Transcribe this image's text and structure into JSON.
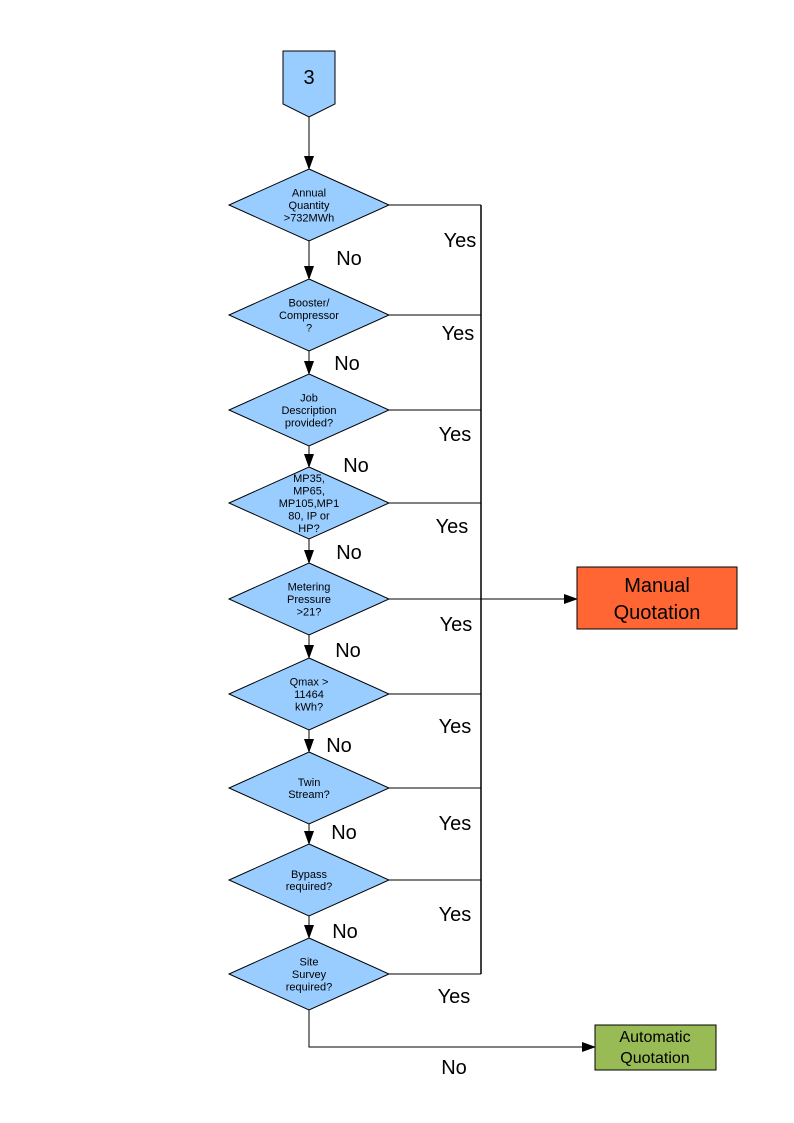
{
  "connector": {
    "label": "3"
  },
  "decisions": [
    {
      "lines": [
        "Annual",
        "Quantity",
        ">732MWh"
      ]
    },
    {
      "lines": [
        "Booster/",
        "Compressor",
        "?"
      ]
    },
    {
      "lines": [
        "Job",
        "Description",
        "provided?"
      ]
    },
    {
      "lines": [
        "MP35,",
        "MP65,",
        "MP105,MP1",
        "80, IP or",
        "HP?"
      ]
    },
    {
      "lines": [
        "Metering",
        "Pressure",
        ">21?"
      ]
    },
    {
      "lines": [
        "Qmax >",
        "11464",
        "kWh?"
      ]
    },
    {
      "lines": [
        "Twin",
        "Stream?"
      ]
    },
    {
      "lines": [
        "Bypass",
        "required?"
      ]
    },
    {
      "lines": [
        "Site",
        "Survey",
        "required?"
      ]
    }
  ],
  "labels": {
    "yes": "Yes",
    "no": "No"
  },
  "manual_quotation": {
    "lines": [
      "Manual",
      "Quotation"
    ]
  },
  "automatic_quotation": {
    "lines": [
      "Automatic",
      "Quotation"
    ]
  },
  "colors": {
    "decision_fill": "#99ccff",
    "manual_fill": "#ff6633",
    "automatic_fill": "#99bb55",
    "stroke": "#000000"
  }
}
